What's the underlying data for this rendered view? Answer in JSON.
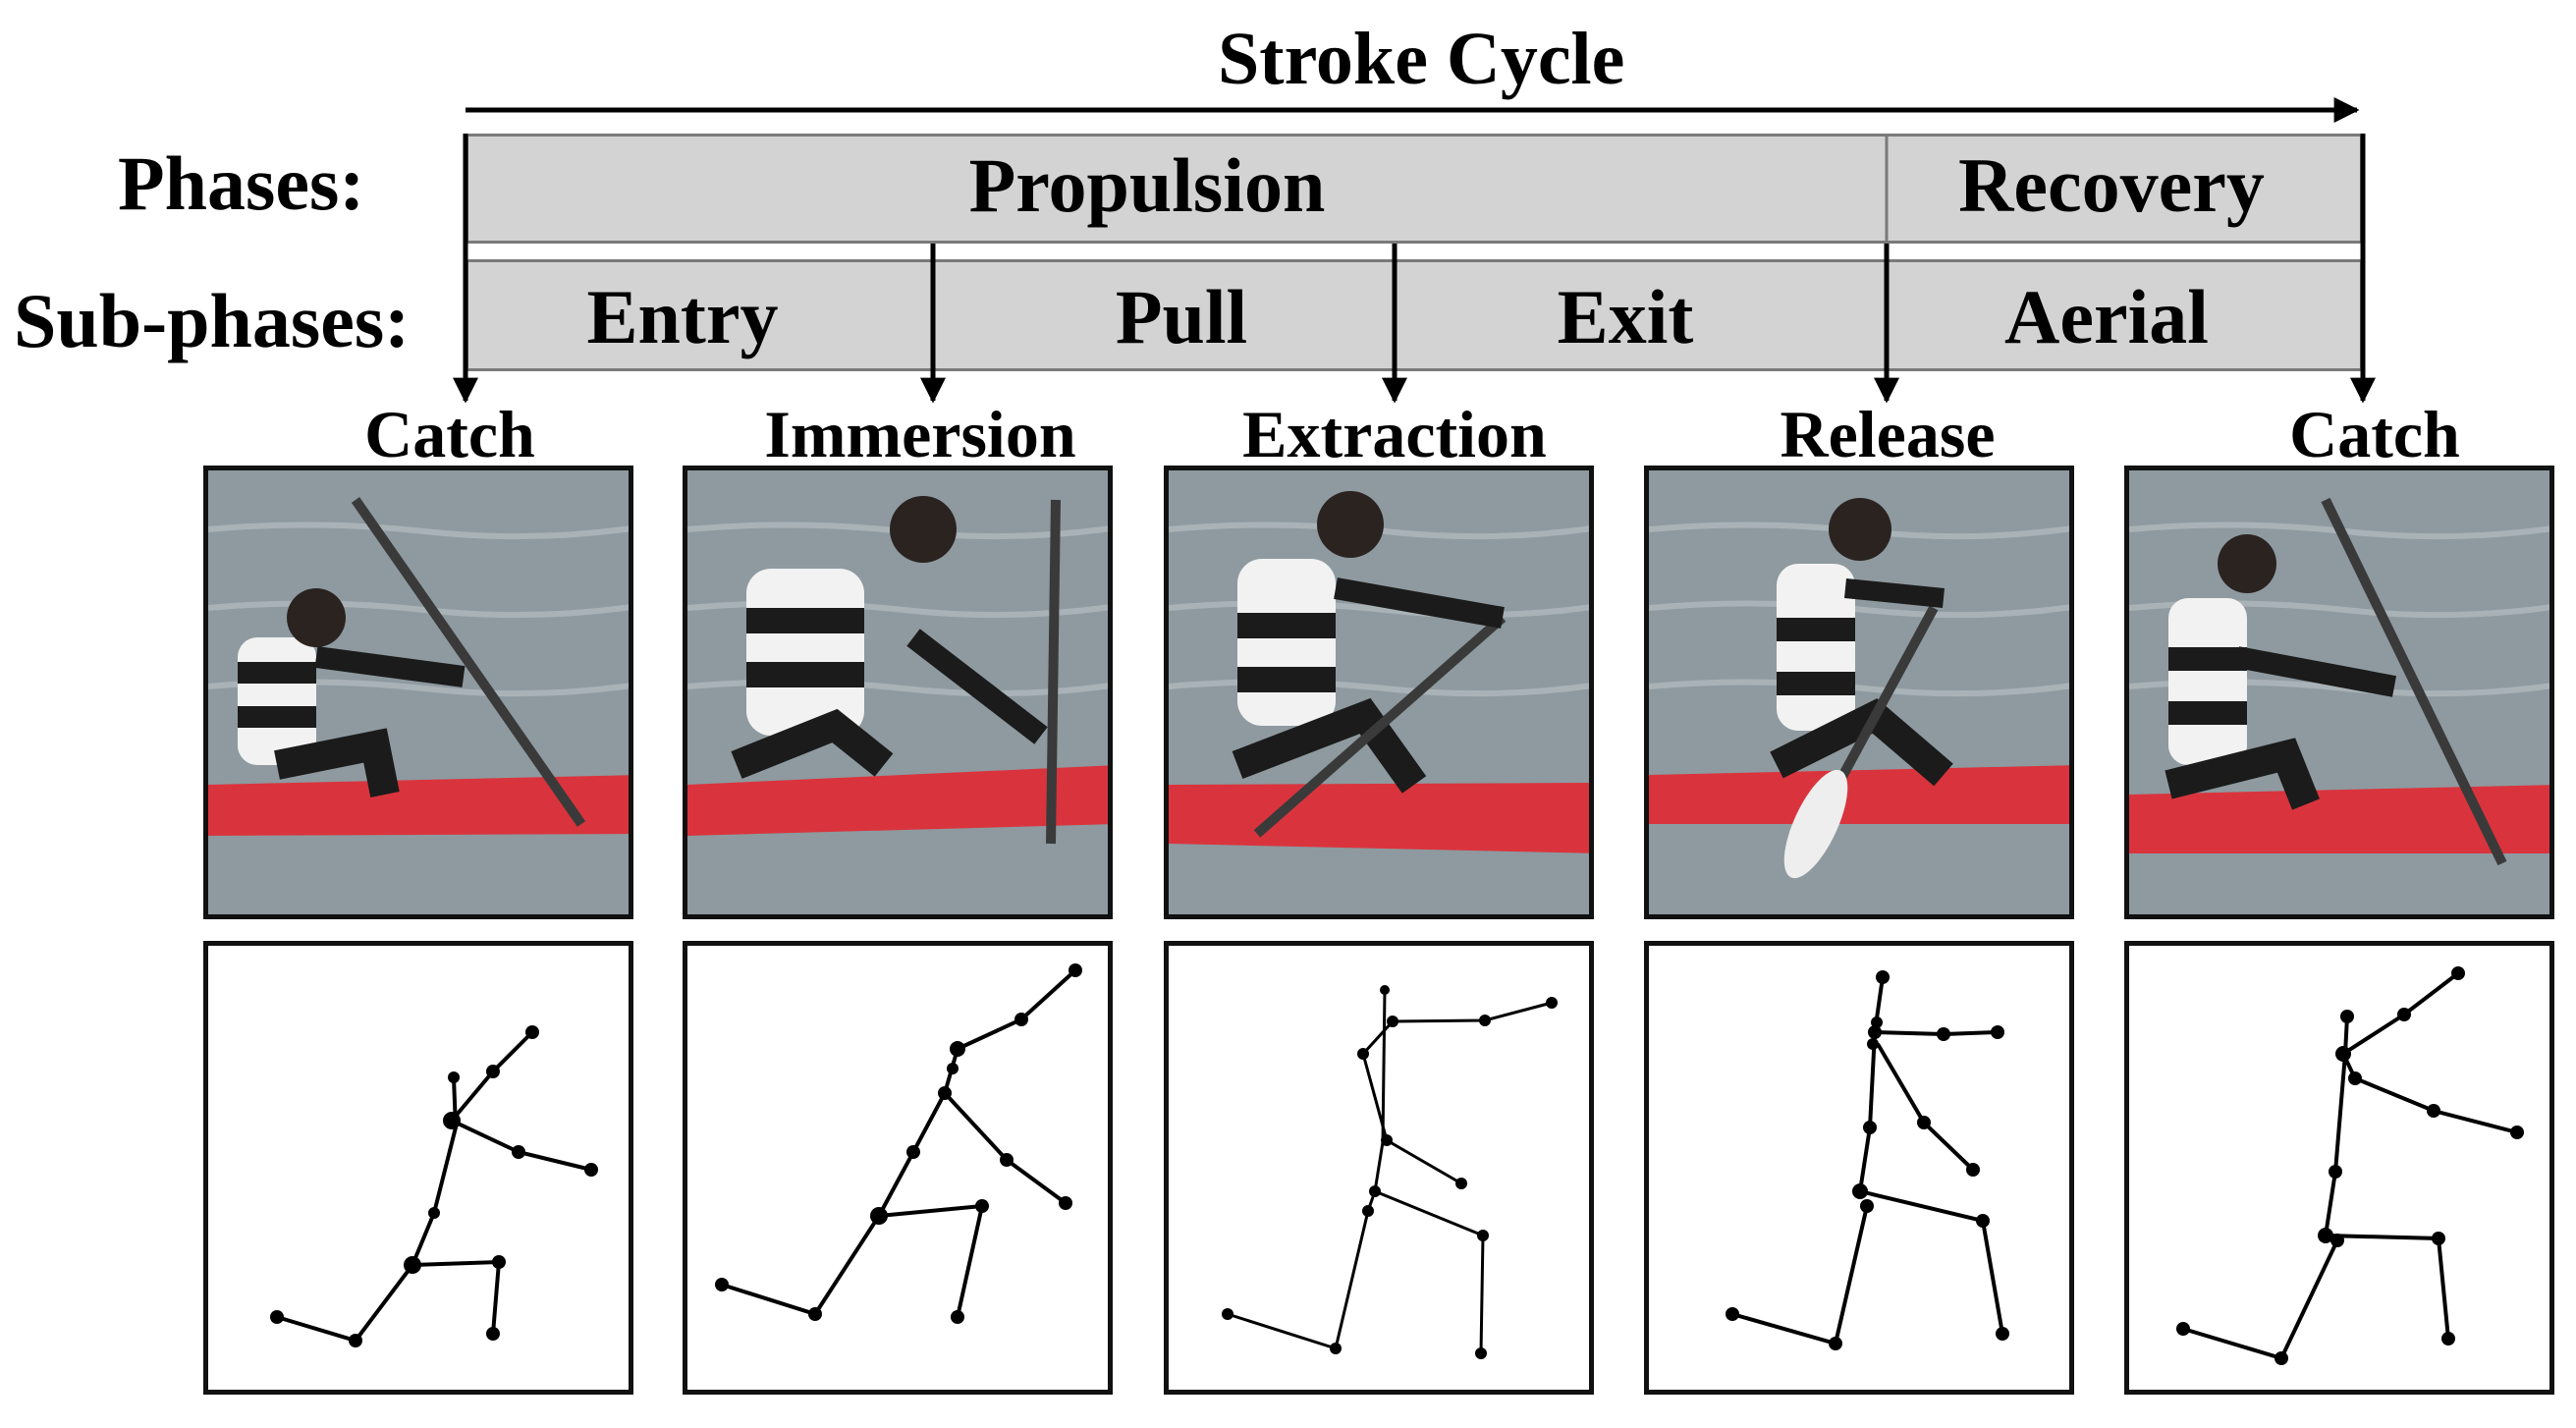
{
  "title": "Stroke Cycle",
  "labels": {
    "phases": "Phases:",
    "sub_phases": "Sub-phases:"
  },
  "phases": [
    {
      "name": "Propulsion"
    },
    {
      "name": "Recovery"
    }
  ],
  "sub_phases": [
    {
      "name": "Entry"
    },
    {
      "name": "Pull"
    },
    {
      "name": "Exit"
    },
    {
      "name": "Aerial"
    }
  ],
  "events": [
    {
      "name": "Catch"
    },
    {
      "name": "Immersion"
    },
    {
      "name": "Extraction"
    },
    {
      "name": "Release"
    },
    {
      "name": "Catch"
    }
  ],
  "colors": {
    "band_fill": "#d4d3d3",
    "band_border": "#7a7a7a",
    "water": "#8e9aa0",
    "boat": "#d9343d",
    "shirt": "#f2f2f2",
    "stripe": "#1b1b1b"
  }
}
